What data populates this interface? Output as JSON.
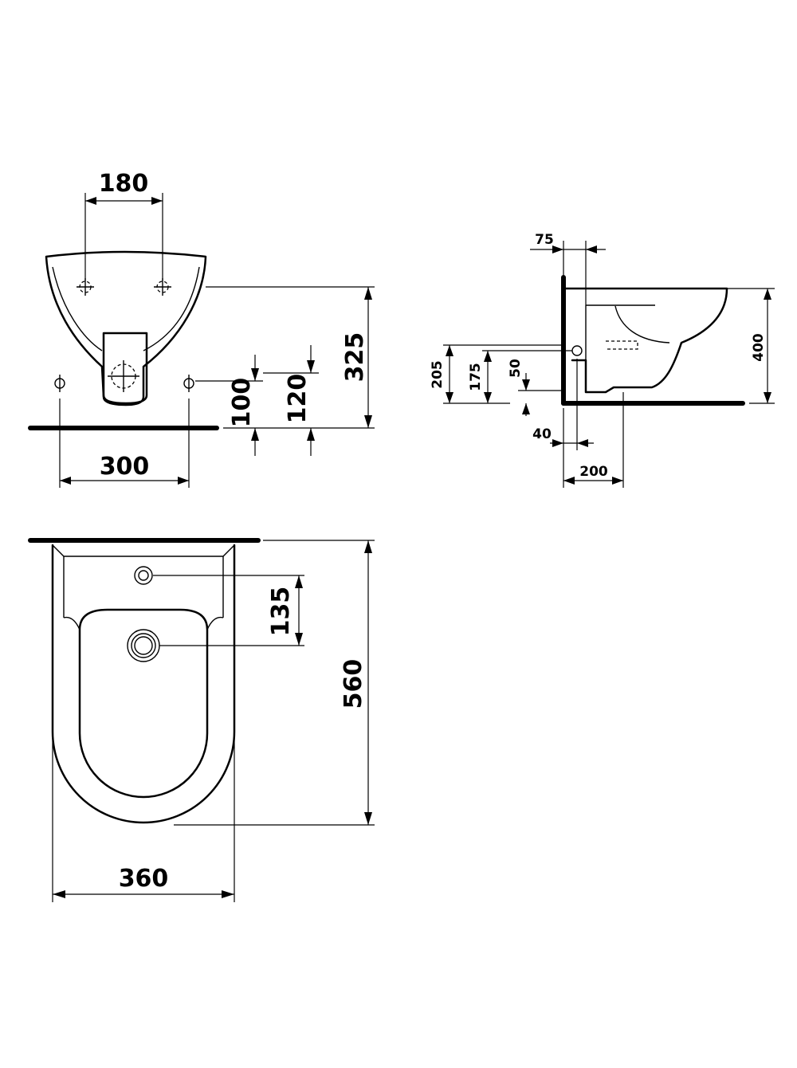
{
  "front_view": {
    "dim_tap_spacing": "180",
    "dim_height": "325",
    "dim_bolt_height_a": "100",
    "dim_bolt_height_b": "120",
    "dim_bolt_spacing": "300"
  },
  "side_view": {
    "dim_wall_depth": "75",
    "dim_rim_height": "400",
    "dim_inlet_a": "205",
    "dim_inlet_b": "175",
    "dim_inlet_c": "50",
    "dim_offset": "40",
    "dim_outlet_distance": "200"
  },
  "top_view": {
    "dim_tap_to_drain": "135",
    "dim_length": "560",
    "dim_width": "360"
  }
}
